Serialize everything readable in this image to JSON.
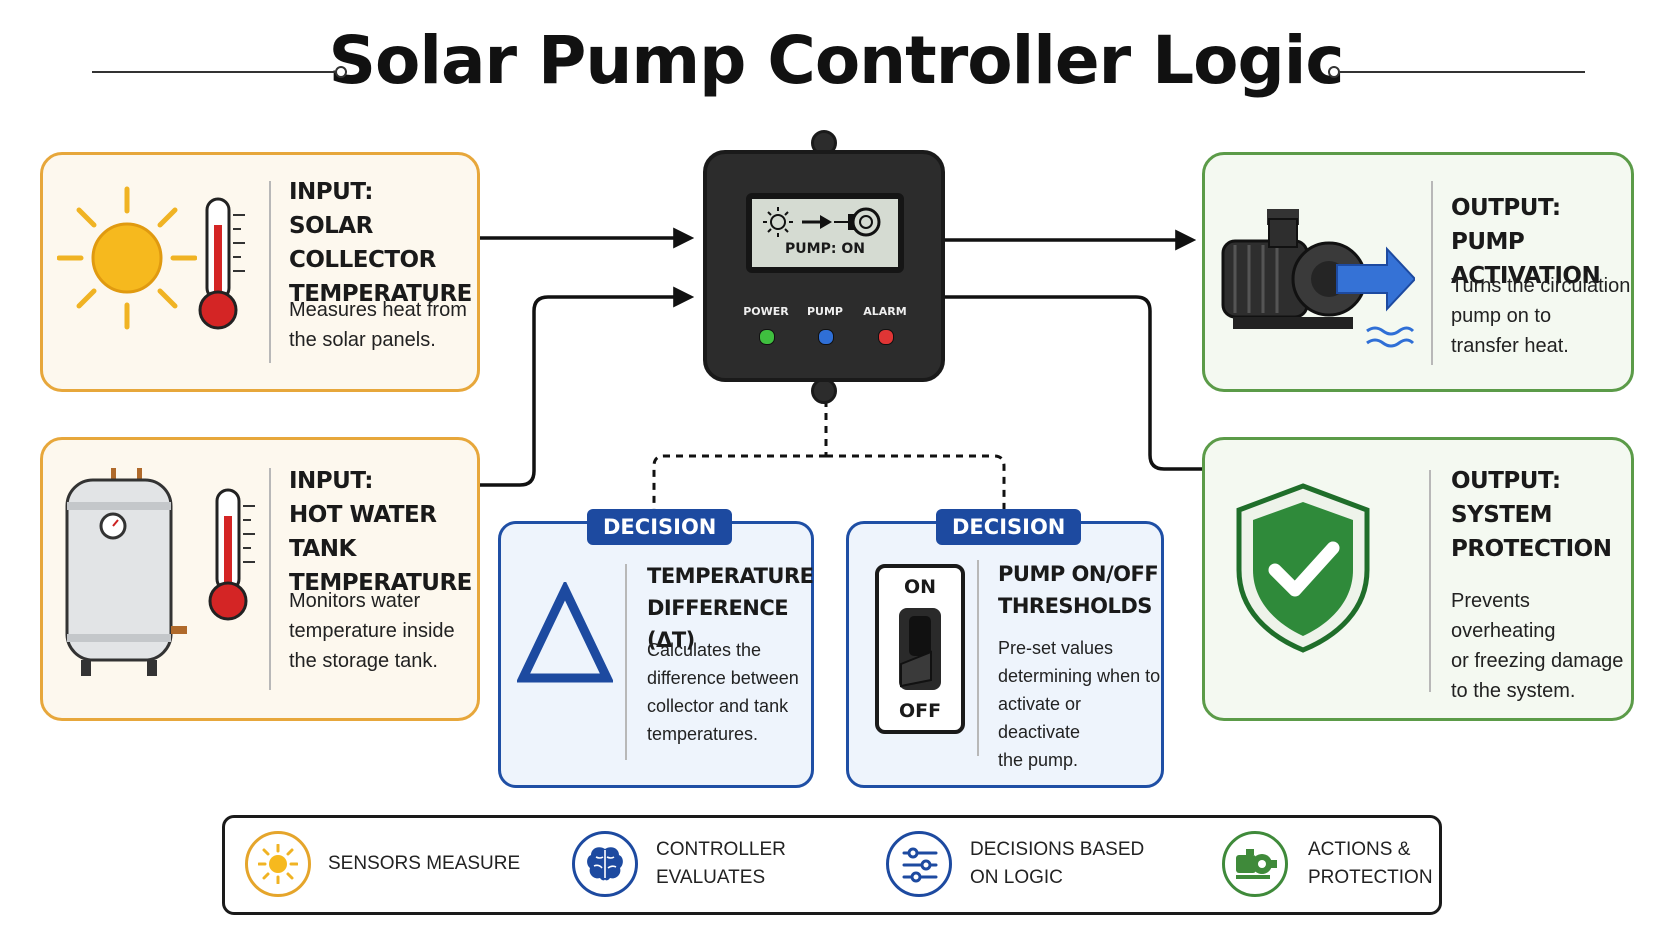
{
  "title": "Solar Pump Controller Logic",
  "inputs": [
    {
      "heading": [
        "INPUT:",
        "SOLAR COLLECTOR",
        "TEMPERATURE"
      ],
      "description": [
        "Measures heat from",
        "the solar panels."
      ]
    },
    {
      "heading": [
        "INPUT:",
        "HOT WATER TANK",
        "TEMPERATURE"
      ],
      "description": [
        "Monitors water",
        "temperature inside",
        "the storage tank."
      ]
    }
  ],
  "controller": {
    "display": "PUMP: ON",
    "indicators": [
      {
        "label": "POWER",
        "color": "#3fbf3f"
      },
      {
        "label": "PUMP",
        "color": "#2f6fd6"
      },
      {
        "label": "ALARM",
        "color": "#e03535"
      }
    ]
  },
  "decisions": [
    {
      "badge": "DECISION",
      "heading": [
        "TEMPERATURE",
        "DIFFERENCE (ΔT)"
      ],
      "description": [
        "Calculates the",
        "difference between",
        "collector and tank",
        "temperatures."
      ],
      "icon": "delta-icon"
    },
    {
      "badge": "DECISION",
      "heading": [
        "PUMP ON/OFF",
        "THRESHOLDS"
      ],
      "description": [
        "Pre-set values",
        "determining when to",
        "activate or deactivate",
        "the pump."
      ],
      "icon": "toggle-switch-icon",
      "switch_on": "ON",
      "switch_off": "OFF"
    }
  ],
  "outputs": [
    {
      "heading": [
        "OUTPUT:",
        "PUMP ACTIVATION"
      ],
      "description": [
        "Turns the circulation",
        "pump on to",
        "transfer heat."
      ]
    },
    {
      "heading": [
        "OUTPUT:",
        "SYSTEM",
        "PROTECTION"
      ],
      "description": [
        "Prevents overheating",
        "or freezing damage",
        "to the system."
      ]
    }
  ],
  "flow": [
    {
      "label": [
        "SENSORS MEASURE"
      ],
      "icon": "sun-icon",
      "color": "#e5a52b"
    },
    {
      "label": [
        "CONTROLLER",
        "EVALUATES"
      ],
      "icon": "brain-icon",
      "color": "#1d4aa0"
    },
    {
      "label": [
        "DECISIONS BASED",
        "ON LOGIC"
      ],
      "icon": "sliders-icon",
      "color": "#1d4aa0"
    },
    {
      "label": [
        "ACTIONS &",
        "PROTECTION"
      ],
      "icon": "pump-icon",
      "color": "#3f8a3a"
    }
  ],
  "colors": {
    "orange": "#e7a73b",
    "green": "#5b9b48",
    "blue": "#1d4aa0"
  }
}
